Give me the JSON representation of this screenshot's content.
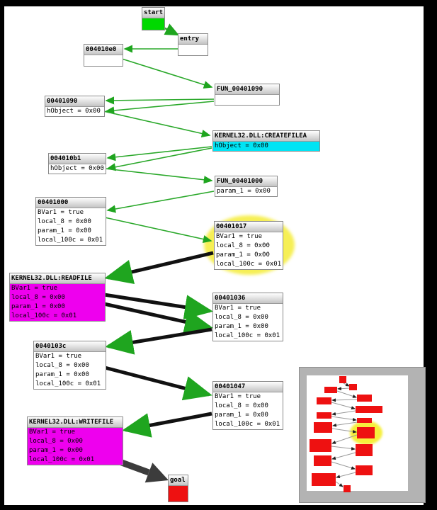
{
  "view": {
    "background_color": "#000000",
    "canvas_color": "#ffffff",
    "edge_color_normal": "#2aa82a",
    "edge_color_taken_path": "#111111",
    "goal_arrow_color": "#3c3c3c",
    "highlight_color": "#f6ef55"
  },
  "nodes": [
    {
      "id": "start",
      "title": "start",
      "body_color": "#00d900",
      "lines": []
    },
    {
      "id": "entry",
      "title": "entry",
      "body_color": "#ffffff",
      "lines": []
    },
    {
      "id": "004010e0",
      "title": "004010e0",
      "body_color": "#ffffff",
      "lines": []
    },
    {
      "id": "FUN_00401090",
      "title": "FUN_00401090",
      "body_color": "#ffffff",
      "lines": []
    },
    {
      "id": "00401090",
      "title": "00401090",
      "body_color": "#ffffff",
      "lines": [
        "hObject = 0x00"
      ]
    },
    {
      "id": "KERNEL32.DLL:CREATEFILEA",
      "title": "KERNEL32.DLL:CREATEFILEA",
      "body_color": "#00e4f4",
      "lines": [
        "hObject = 0x00"
      ]
    },
    {
      "id": "004010b1",
      "title": "004010b1",
      "body_color": "#ffffff",
      "lines": [
        "hObject = 0x00"
      ]
    },
    {
      "id": "FUN_00401000",
      "title": "FUN_00401000",
      "body_color": "#ffffff",
      "lines": [
        "param_1 = 0x00"
      ]
    },
    {
      "id": "00401000",
      "title": "00401000",
      "body_color": "#ffffff",
      "lines": [
        "BVar1 = true",
        "local_8 = 0x00",
        "param_1 = 0x00",
        "local_100c = 0x01"
      ]
    },
    {
      "id": "00401017",
      "title": "00401017",
      "body_color": "#ffffff",
      "highlighted": true,
      "lines": [
        "BVar1 = true",
        "local_8 = 0x00",
        "param_1 = 0x00",
        "local_100c = 0x01"
      ]
    },
    {
      "id": "KERNEL32.DLL:READFILE",
      "title": "KERNEL32.DLL:READFILE",
      "body_color": "#ee00ee",
      "lines": [
        "BVar1 = true",
        "local_8 = 0x00",
        "param_1 = 0x00",
        "local_100c = 0x01"
      ]
    },
    {
      "id": "00401036",
      "title": "00401036",
      "body_color": "#ffffff",
      "lines": [
        "BVar1 = true",
        "local_8 = 0x00",
        "param_1 = 0x00",
        "local_100c = 0x01"
      ]
    },
    {
      "id": "0040103c",
      "title": "0040103c",
      "body_color": "#ffffff",
      "lines": [
        "BVar1 = true",
        "local_8 = 0x00",
        "param_1 = 0x00",
        "local_100c = 0x01"
      ]
    },
    {
      "id": "00401047",
      "title": "00401047",
      "body_color": "#ffffff",
      "lines": [
        "BVar1 = true",
        "local_8 = 0x00",
        "param_1 = 0x00",
        "local_100c = 0x01"
      ]
    },
    {
      "id": "KERNEL32.DLL:WRITEFILE",
      "title": "KERNEL32.DLL:WRITEFILE",
      "body_color": "#ee00ee",
      "lines": [
        "BVar1 = true",
        "local_8 = 0x00",
        "param_1 = 0x00",
        "local_100c = 0x01"
      ]
    },
    {
      "id": "goal",
      "title": "goal",
      "body_color": "#ee1111",
      "lines": []
    }
  ],
  "edges": [
    {
      "from": "start",
      "to": "entry",
      "style": "green"
    },
    {
      "from": "entry",
      "to": "004010e0",
      "style": "green"
    },
    {
      "from": "004010e0",
      "to": "FUN_00401090",
      "style": "green"
    },
    {
      "from": "FUN_00401090",
      "to": "00401090",
      "style": "green"
    },
    {
      "from": "00401090",
      "to": "KERNEL32.DLL:CREATEFILEA",
      "style": "green"
    },
    {
      "from": "KERNEL32.DLL:CREATEFILEA",
      "to": "004010b1",
      "style": "green"
    },
    {
      "from": "004010b1",
      "to": "FUN_00401000",
      "style": "green"
    },
    {
      "from": "FUN_00401000",
      "to": "00401000",
      "style": "green"
    },
    {
      "from": "00401000",
      "to": "00401017",
      "style": "green"
    },
    {
      "from": "00401017",
      "to": "KERNEL32.DLL:READFILE",
      "style": "black-thick"
    },
    {
      "from": "KERNEL32.DLL:READFILE",
      "to": "00401036",
      "style": "black-thick"
    },
    {
      "from": "00401036",
      "to": "0040103c",
      "style": "black-thick"
    },
    {
      "from": "0040103c",
      "to": "00401047",
      "style": "black-thick"
    },
    {
      "from": "00401047",
      "to": "KERNEL32.DLL:WRITEFILE",
      "style": "black-thick"
    },
    {
      "from": "KERNEL32.DLL:WRITEFILE",
      "to": "goal",
      "style": "goal-arrow"
    }
  ],
  "minimap": {
    "node_count": 16,
    "node_color": "#ee1111",
    "highlighted_node": "00401017",
    "highlight_color": "#f6ef3c",
    "frame_color": "#b3b3b3"
  }
}
